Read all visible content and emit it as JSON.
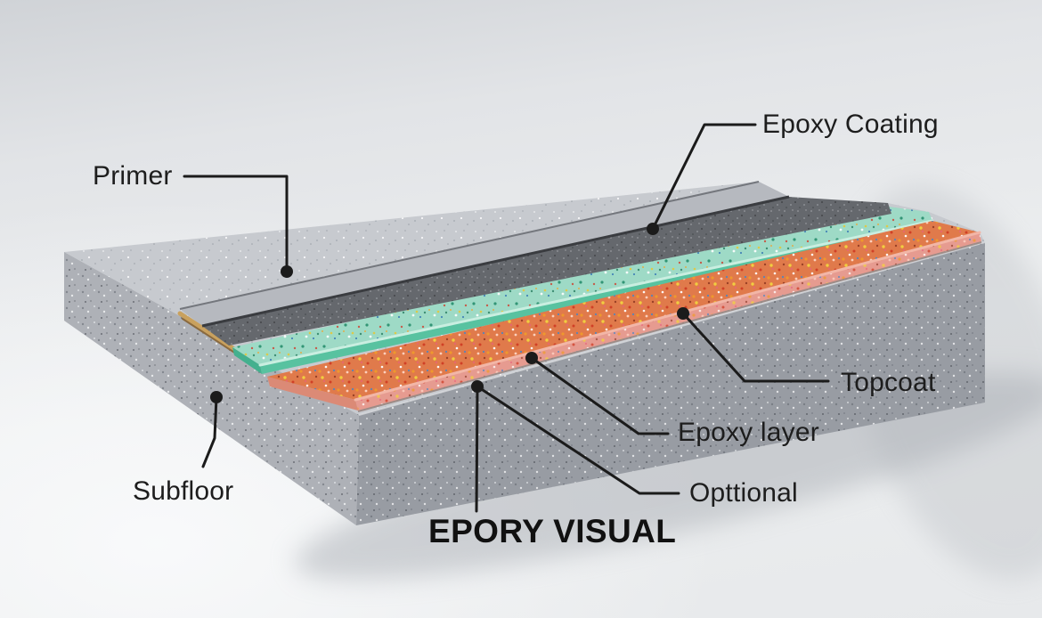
{
  "diagram": {
    "title": "EPORY VISUAL",
    "labels": {
      "primer": "Primer",
      "epoxy_coating": "Epoxy Coating",
      "topcoat": "Topcoat",
      "epoxy_layer": "Epoxy layer",
      "optional": "Opttional",
      "subfloor": "Subfloor"
    }
  },
  "colors": {
    "leader": "#1b1b1b",
    "text": "#1d1d1d",
    "subfloor_top": "#c7cacf",
    "subfloor_left": "#aeb1b7",
    "subfloor_front": "#989ca3",
    "primer": "#b6b9bf",
    "primer_edge": "#74777d",
    "coating": "#65686d",
    "coating_edge": "#3a3c40",
    "teal_top": "#9edac6",
    "teal_front": "#58c2a0",
    "teal_end": "#43b08e",
    "teal_rim": "#c9eee0",
    "orange_top": "#e07a4b",
    "orange_front": "#e69b90",
    "orange_end": "#db8a76",
    "orange_rim": "#f2b6a7",
    "orange_shadow": "#7c5a4e",
    "tan": "#c9a15e",
    "tan_dark": "#8a6a3f",
    "shadow": "#a9adb4"
  }
}
